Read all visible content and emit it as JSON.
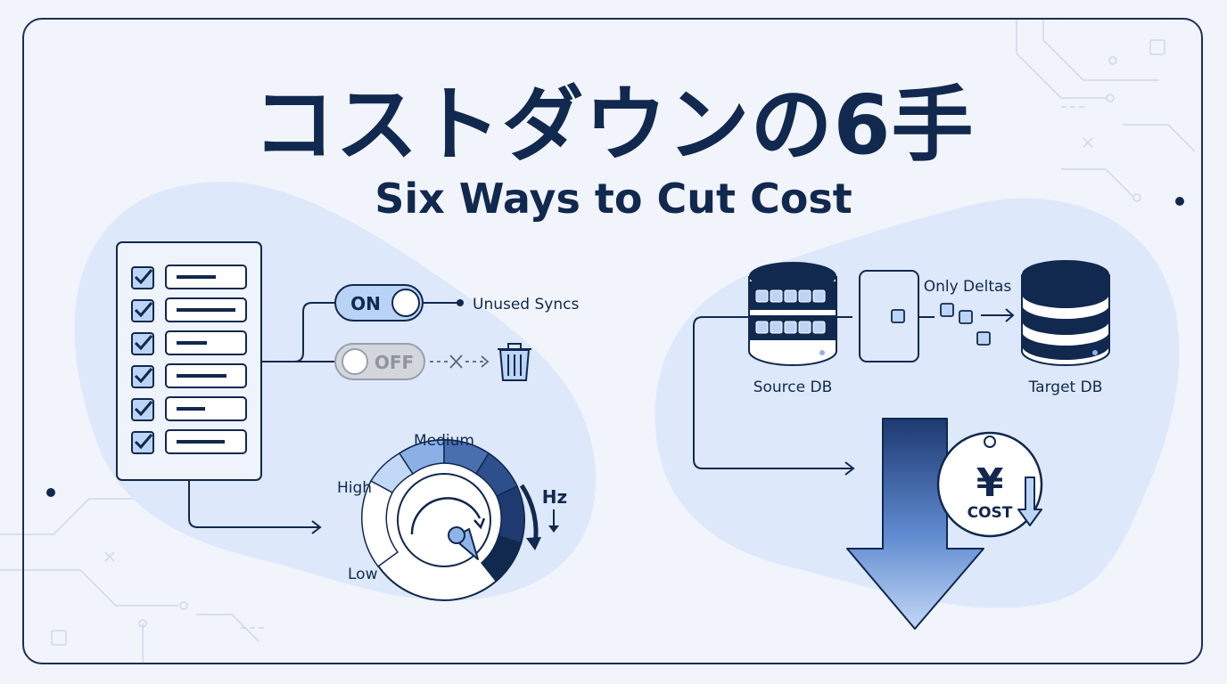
{
  "title": "コストダウンの6手",
  "subtitle": "Six Ways to Cut Cost",
  "toggles": {
    "on_label": "ON",
    "off_label": "OFF",
    "unused_label": "Unused Syncs"
  },
  "dial": {
    "medium": "Medium",
    "high": "High",
    "low": "Low",
    "unit": "Hz"
  },
  "database": {
    "source_label": "Source DB",
    "target_label": "Target DB",
    "deltas_label": "Only Deltas"
  },
  "cost": {
    "symbol": "¥",
    "label": "COST"
  },
  "colors": {
    "navy": "#11284f",
    "light_blue": "#bcd5f7",
    "blob": "#dde8fb",
    "background": "#f1f4fb"
  }
}
